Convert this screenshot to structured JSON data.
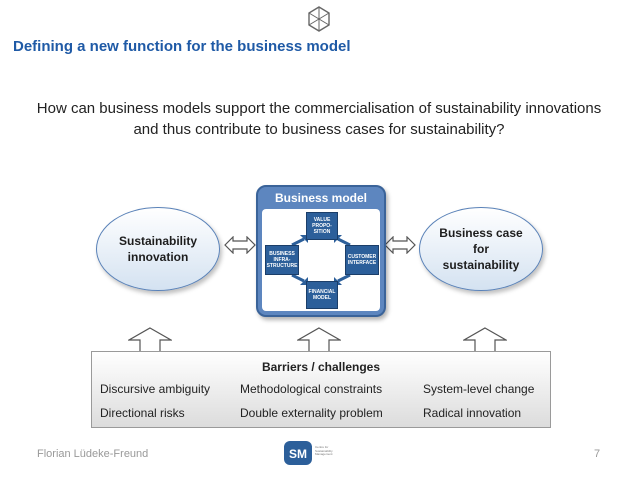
{
  "slide": {
    "title": "Defining a new function for the business model",
    "question": "How can business models support the commercialisation of sustainability innovations and thus contribute to business cases for sustainability?"
  },
  "diagram": {
    "left_node": "Sustainability innovation",
    "right_node": "Business case for sustainability",
    "center": {
      "title": "Business model",
      "components": {
        "value": "VALUE PROPO- SITION",
        "customer": "CUSTOMER INTERFACE",
        "financial": "FINANCIAL MODEL",
        "infra": "BUSINESS INFRA- STRUCTURE"
      }
    }
  },
  "barriers": {
    "heading": "Barriers / challenges",
    "items": [
      "Discursive ambiguity",
      "Methodological constraints",
      "System-level change",
      "Directional risks",
      "Double externality problem",
      "Radical innovation"
    ]
  },
  "footer": {
    "author": "Florian Lüdeke-Freund",
    "page": "7",
    "logo_text": "Centre for Sustainability Management"
  },
  "colors": {
    "title": "#1f5aa6",
    "model_box": "#5d86bf",
    "model_node": "#2c5f9a"
  }
}
